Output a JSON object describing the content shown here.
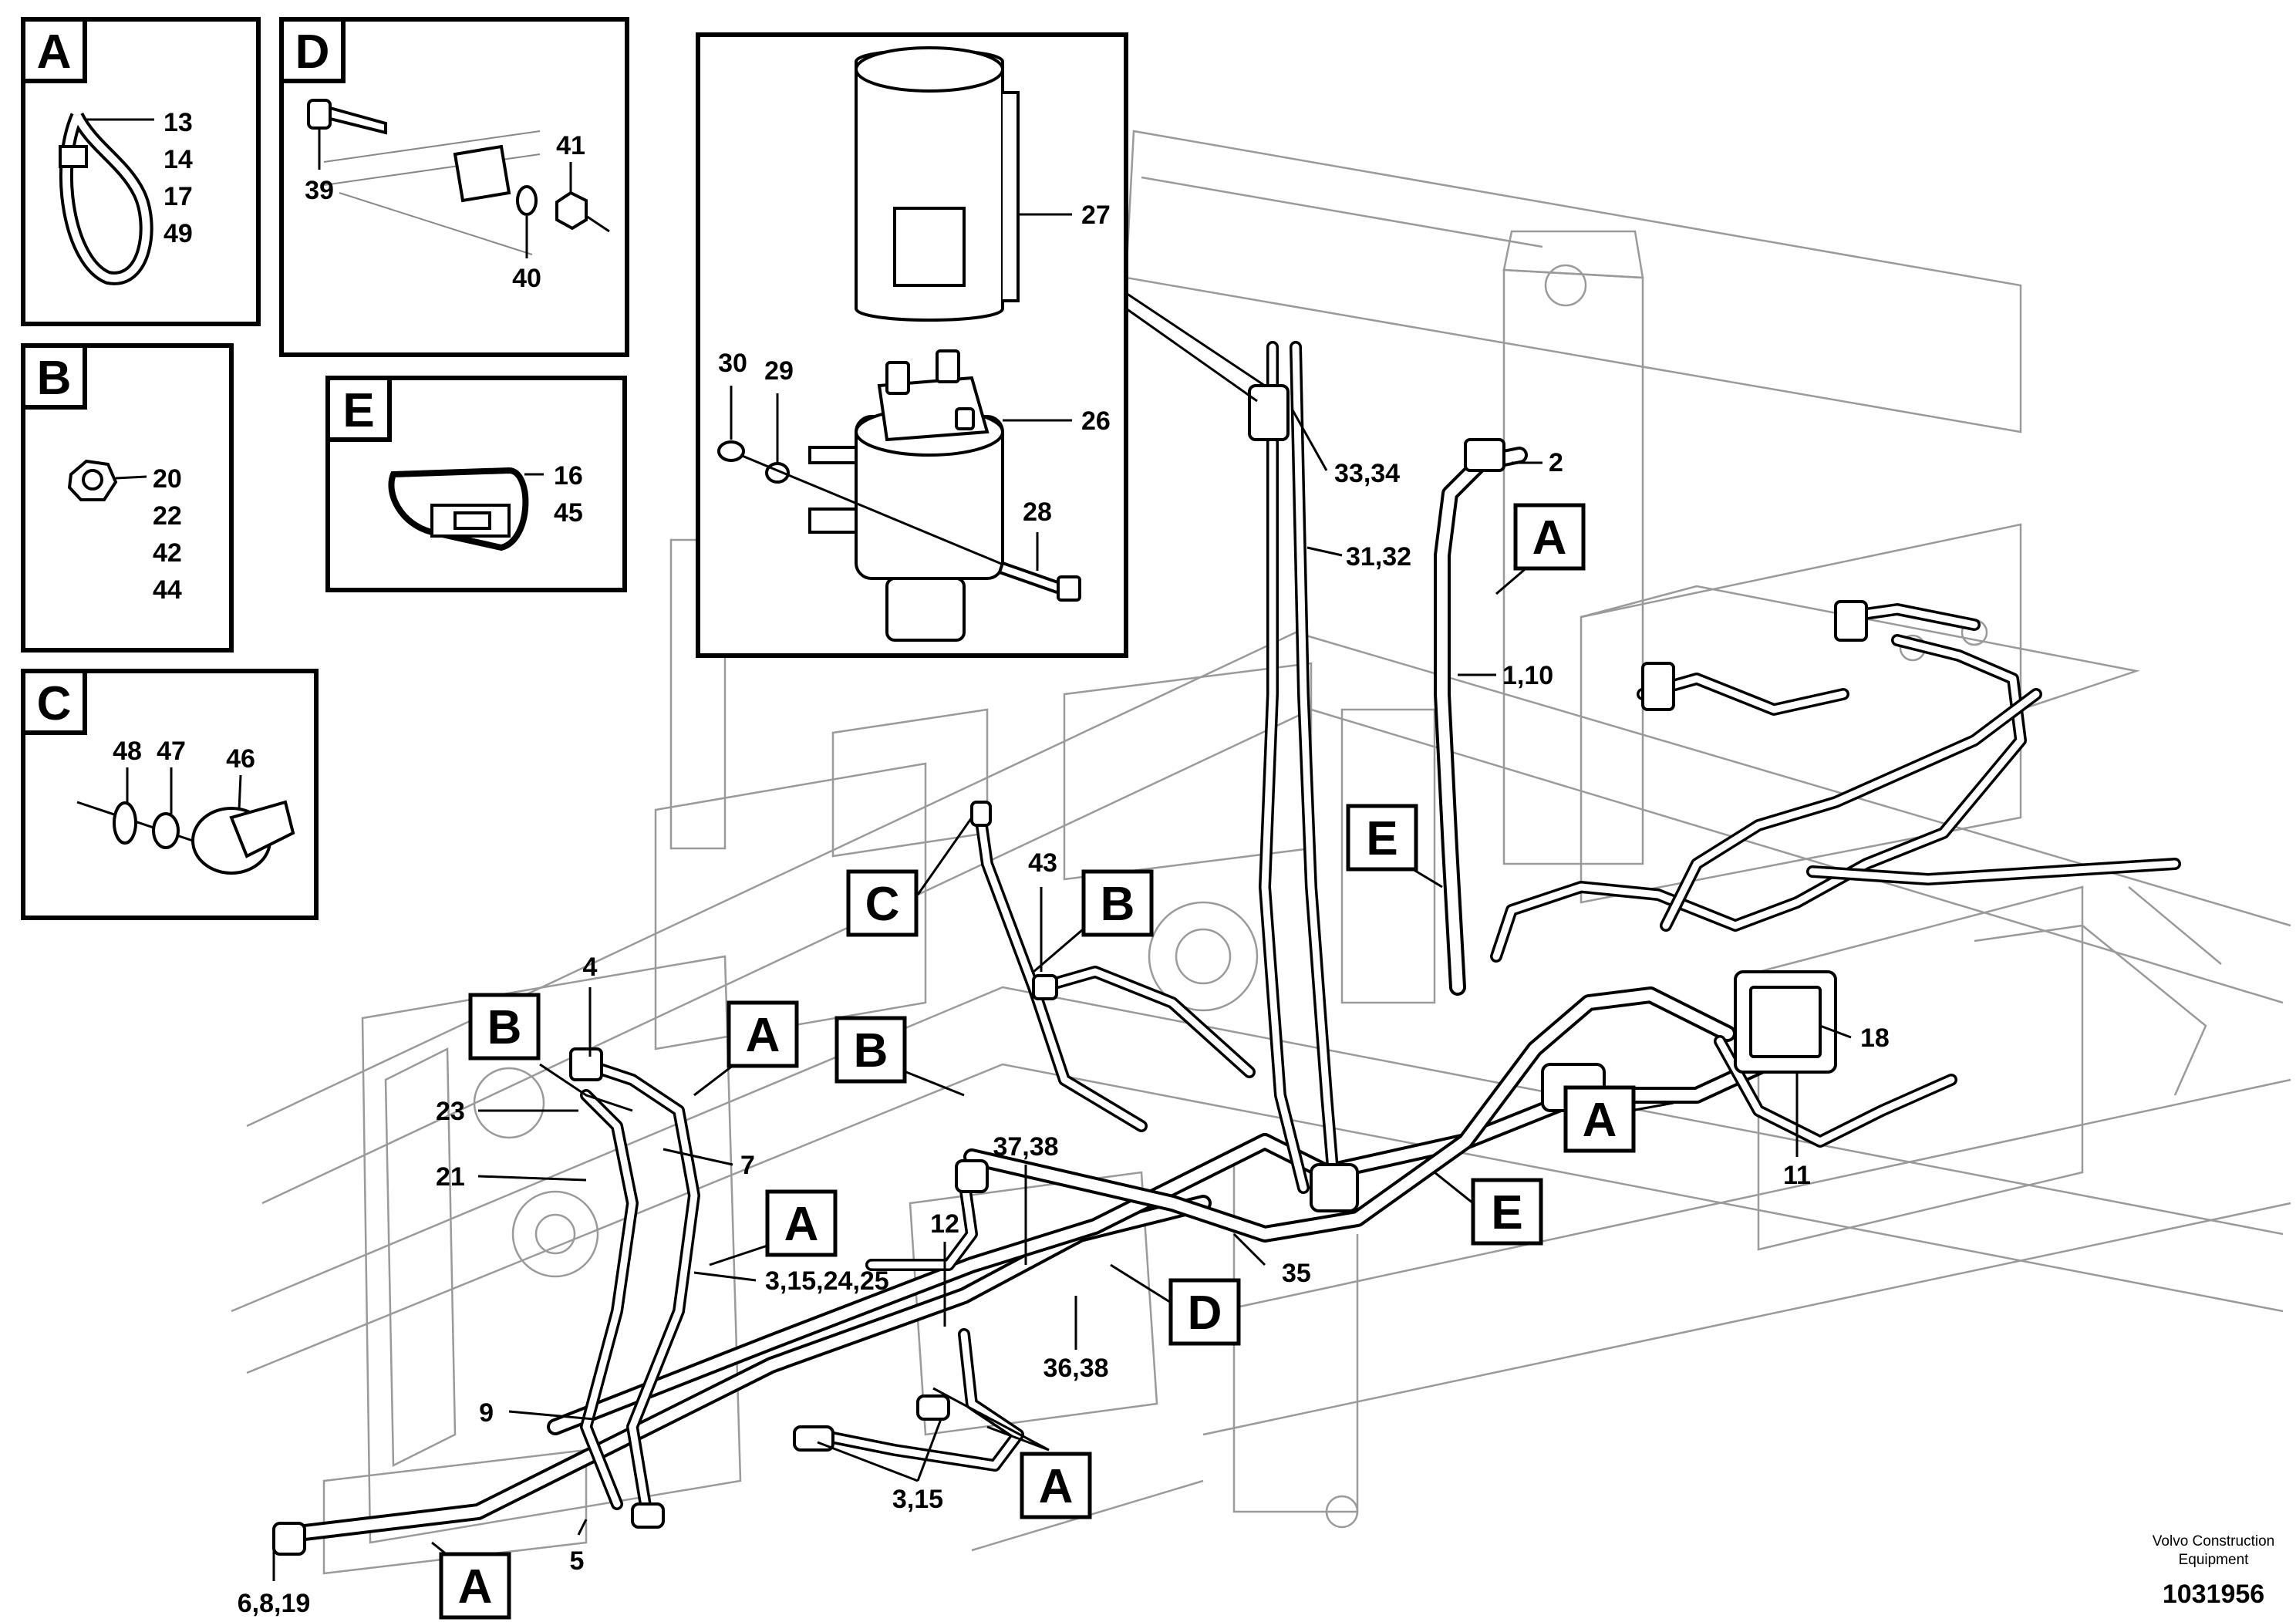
{
  "footer": {
    "company_line1": "Volvo Construction",
    "company_line2": "Equipment",
    "drawing_number": "1031956"
  },
  "detail_boxes": {
    "A": {
      "letter": "A",
      "parts": [
        "13",
        "14",
        "17",
        "49"
      ]
    },
    "B": {
      "letter": "B",
      "parts": [
        "20",
        "22",
        "42",
        "44"
      ]
    },
    "C": {
      "letter": "C",
      "parts": [
        "48",
        "47",
        "46"
      ]
    },
    "D": {
      "letter": "D",
      "parts": [
        "41",
        "39",
        "40"
      ]
    },
    "E": {
      "letter": "E",
      "parts": [
        "16",
        "45"
      ]
    }
  },
  "relay_inset": {
    "parts": [
      "27",
      "30",
      "29",
      "26",
      "28"
    ]
  },
  "callouts": [
    "33,34",
    "2",
    "31,32",
    "1,10",
    "43",
    "4",
    "23",
    "21",
    "7",
    "3,15,24,25",
    "12",
    "37,38",
    "35",
    "36,38",
    "9",
    "3,15",
    "5",
    "6,8,19",
    "18",
    "11"
  ],
  "view_tags": [
    "A",
    "A",
    "A",
    "A",
    "A",
    "A",
    "B",
    "B",
    "B",
    "C",
    "D",
    "E",
    "E"
  ]
}
